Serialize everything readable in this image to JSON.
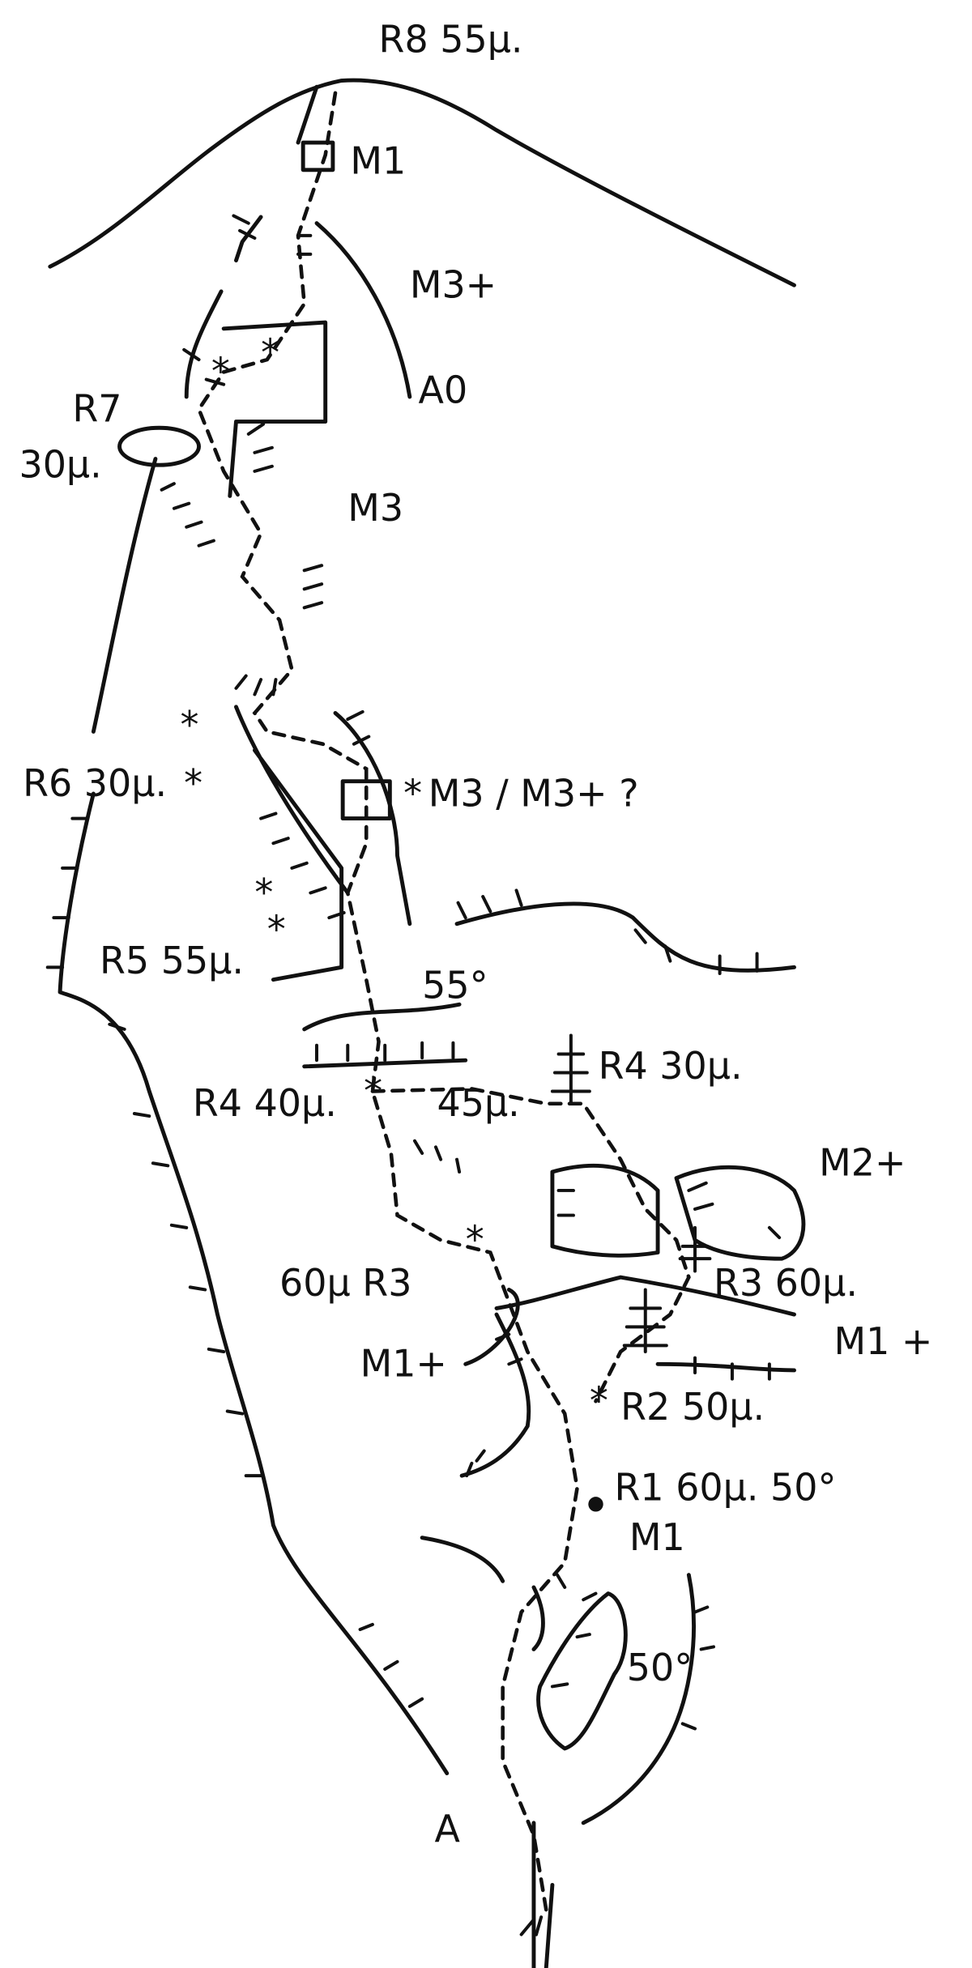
{
  "topo": {
    "labels": {
      "r8": "R8  55μ.",
      "m1_top": "M1",
      "m3plus_top": "M3+",
      "a0": "A0",
      "r7": "R7",
      "r7_len": "30μ.",
      "m3": "M3",
      "r6": "R6 30μ.",
      "m3_m3plus": "M3 / M3+ ?",
      "r5": "R5 55μ.",
      "angle55": "55°",
      "r4_left": "R4 40μ.",
      "len45": "45μ.",
      "r4_right": "R4  30μ.",
      "m2plus": "M2+",
      "r3_left": "60μ R3",
      "r3_right": "R3 60μ.",
      "m1plus_left": "M1+",
      "m1plus_right": "M1 +",
      "r2": "R2  50μ.",
      "r1": "R1  60μ. 50°",
      "m1_bottom": "M1",
      "angle50": "50°",
      "a_start": "A"
    }
  }
}
